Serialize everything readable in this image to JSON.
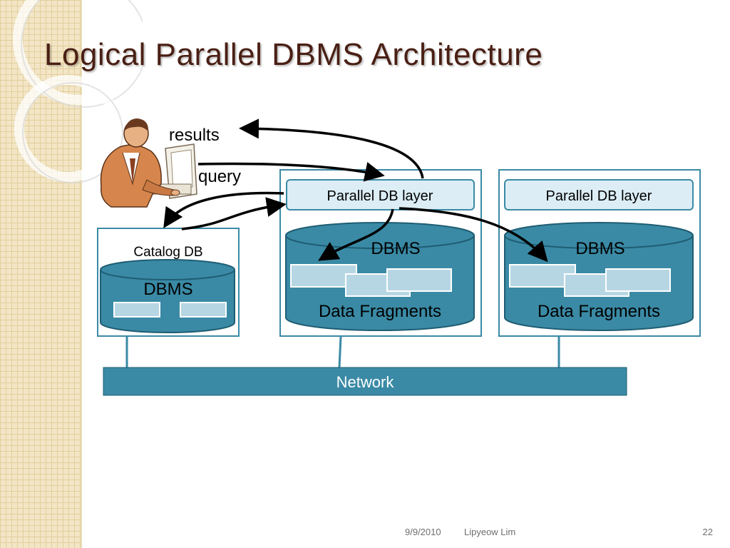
{
  "slide": {
    "title": "Logical Parallel DBMS Architecture",
    "footer_date": "9/9/2010",
    "footer_author": "Lipyeow Lim",
    "page_number": "22"
  },
  "diagram": {
    "user_labels": {
      "results": "results",
      "query": "query"
    },
    "catalog_node": {
      "title": "Catalog DB",
      "dbms": "DBMS"
    },
    "parallel_nodes": [
      {
        "layer": "Parallel DB layer",
        "dbms": "DBMS",
        "fragments": "Data Fragments"
      },
      {
        "layer": "Parallel DB layer",
        "dbms": "DBMS",
        "fragments": "Data Fragments"
      }
    ],
    "network": "Network"
  },
  "colors": {
    "teal": "#3a8aa5",
    "teal_dark": "#1f5d73",
    "layer_fill": "#dcedf5",
    "fragment_fill": "#b7d6e3",
    "title": "#4a1f14"
  },
  "icons": [
    "user-at-computer-icon"
  ]
}
